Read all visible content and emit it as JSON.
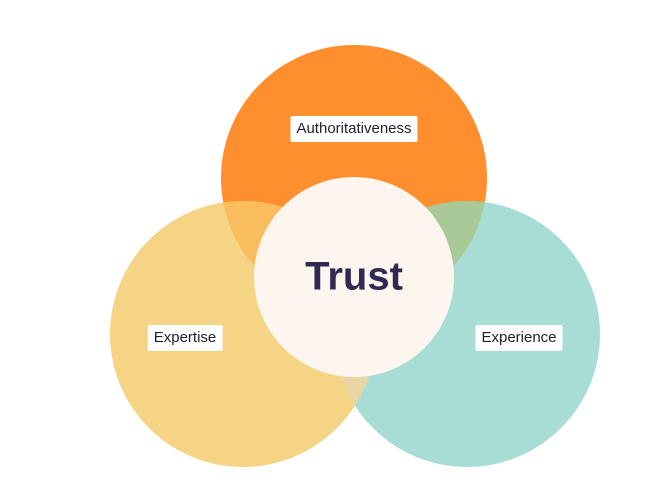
{
  "diagram": {
    "type": "venn",
    "center_label": "Trust",
    "circles": [
      {
        "id": "authoritativeness",
        "label": "Authoritativeness",
        "color": "#FF8F2E"
      },
      {
        "id": "expertise",
        "label": "Expertise",
        "color": "#F6D485"
      },
      {
        "id": "experience",
        "label": "Experience",
        "color": "#A8DDD6"
      }
    ],
    "center_color": "#FDF6EF",
    "overlap_colors": {
      "top_left": "#F9BD5E",
      "top_right": "#A9C998",
      "bottom": "#E9D6A6"
    }
  }
}
